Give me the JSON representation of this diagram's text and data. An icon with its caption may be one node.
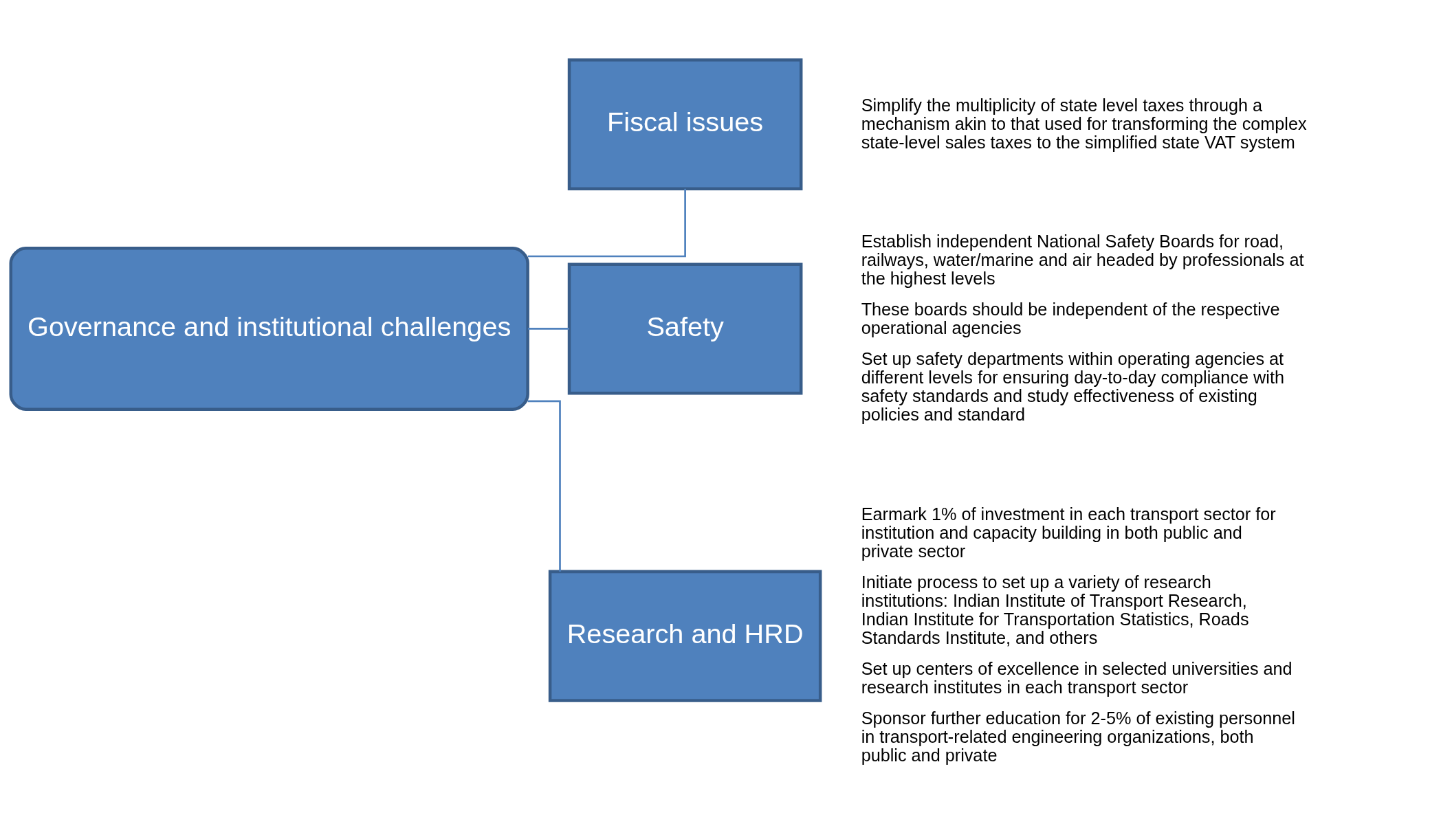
{
  "diagram": {
    "nodes": [
      {
        "text": [
          "Governance and institutional challenges"
        ]
      },
      {
        "text": [
          "Fiscal issues"
        ],
        "beside": [
          "Simplify the multiplicity of state level taxes through a mechanism akin to that used for transforming the complex state-level sales taxes to the simplified state VAT system"
        ]
      },
      {
        "text": [
          "Safety"
        ],
        "beside": [
          "Establish independent National Safety Boards for road, railways, water/marine and air headed by professionals at the highest levels",
          "These boards should be independent of the respective operational agencies",
          "Set up safety departments within operating agencies at different levels for ensuring day-to-day compliance with safety standards and study effectiveness of existing policies and standard"
        ]
      },
      {
        "text": [
          "Research and HRD"
        ],
        "beside": [
          "Earmark 1% of investment in each transport sector for institution and capacity building in both public and private sector",
          "Initiate process to set up a variety of research institutions: Indian Institute of Transport Research, Indian Institute for Transportation Statistics, Roads Standards Institute, and others",
          "Set up centers of excellence in selected universities and research institutes in each transport sector",
          "Sponsor further education for 2-5% of existing personnel in transport-related engineering organizations, both public and private"
        ]
      }
    ],
    "edges": [
      {
        "from": 0,
        "to": 1,
        "arrow": "none"
      },
      {
        "from": 0,
        "to": 2,
        "arrow": "none"
      },
      {
        "from": 0,
        "to": 3,
        "arrow": "none"
      }
    ]
  }
}
